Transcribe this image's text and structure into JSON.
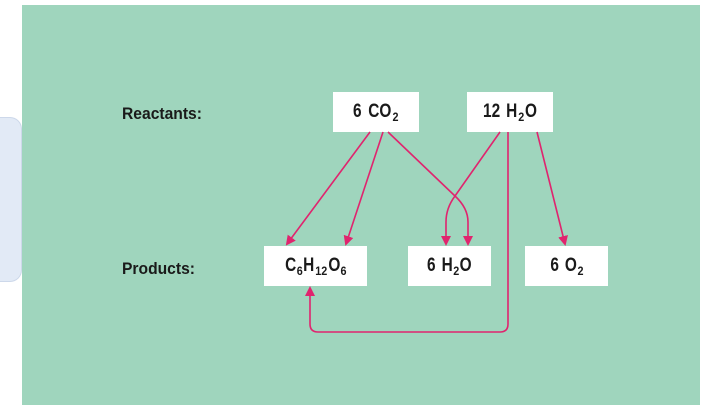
{
  "labels": {
    "reactants": "Reactants:",
    "products": "Products:"
  },
  "reactants": {
    "co2": {
      "coef": "6",
      "formula": [
        "CO",
        "2"
      ]
    },
    "h2o": {
      "coef": "12",
      "formula": [
        "H",
        "2",
        "O"
      ]
    }
  },
  "products": {
    "glucose": {
      "formula": [
        "C",
        "6",
        "H",
        "12",
        "O",
        "6"
      ]
    },
    "water": {
      "coef": "6",
      "formula": [
        "H",
        "2",
        "O"
      ]
    },
    "oxygen": {
      "coef": "6",
      "formula": [
        "O",
        "2"
      ]
    }
  },
  "colors": {
    "panel": "#9fd5bd",
    "arrow": "#e0246e",
    "box": "#ffffff"
  }
}
